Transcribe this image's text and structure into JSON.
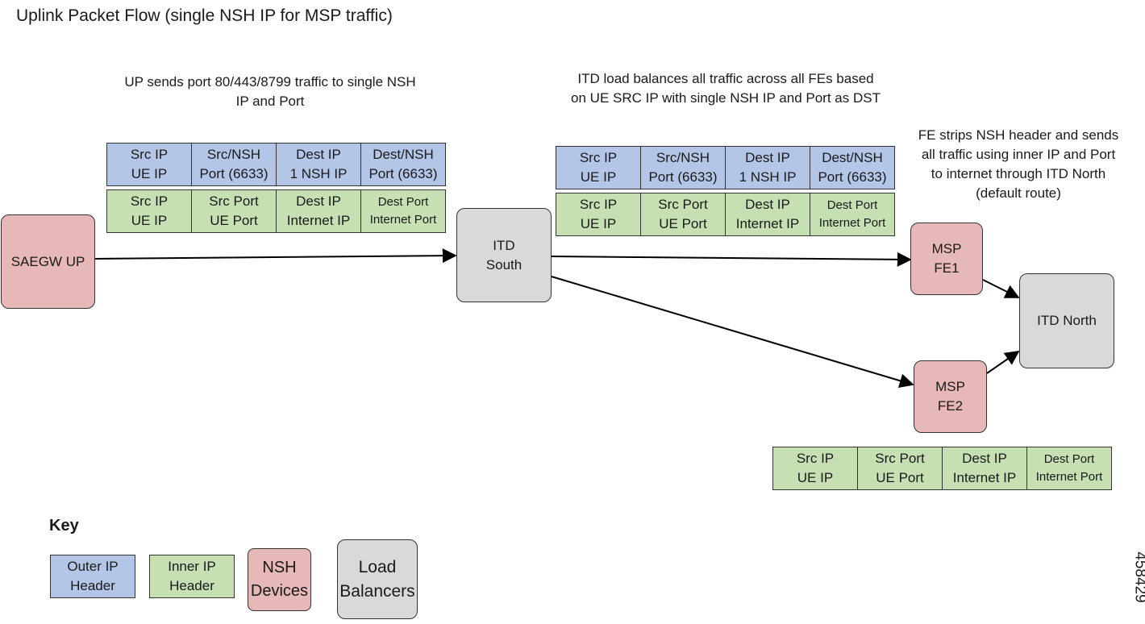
{
  "title": "Uplink Packet Flow (single NSH IP for MSP traffic)",
  "notes": {
    "up_sends": "UP sends port 80/443/8799 traffic to single NSH\nIP and Port",
    "itd_lb": "ITD load balances all traffic across all FEs based\non UE SRC IP with single NSH IP and Port as DST",
    "fe_strips": "FE strips NSH header and sends\nall traffic using inner IP and Port\nto internet through ITD North\n(default route)"
  },
  "headers": {
    "outer": [
      "Src IP\nUE IP",
      "Src/NSH\nPort (6633)",
      "Dest IP\n1 NSH IP",
      "Dest/NSH\nPort (6633)"
    ],
    "inner": [
      "Src IP\nUE IP",
      "Src Port\nUE Port",
      "Dest IP\nInternet IP",
      "Dest Port\nInternet Port"
    ]
  },
  "nodes": {
    "saegw_up": "SAEGW UP",
    "itd_south": "ITD\nSouth",
    "msp_fe1": "MSP\nFE1",
    "msp_fe2": "MSP\nFE2",
    "itd_north": "ITD North"
  },
  "key": {
    "label": "Key",
    "outer": "Outer IP\nHeader",
    "inner": "Inner IP\nHeader",
    "nsh": "NSH\nDevices",
    "lb": "Load\nBalancers"
  },
  "colors": {
    "outer_header": "#b4c6e7",
    "inner_header": "#c6e0b4",
    "nsh_device": "#e6b8b7",
    "load_balancer": "#d9d9d9"
  },
  "figure_id": "458429"
}
